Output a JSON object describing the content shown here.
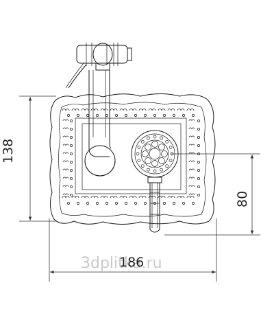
{
  "dimensions": {
    "height": "138",
    "width": "186",
    "outlet": "80"
  },
  "watermark": "3dplitka.ru"
}
